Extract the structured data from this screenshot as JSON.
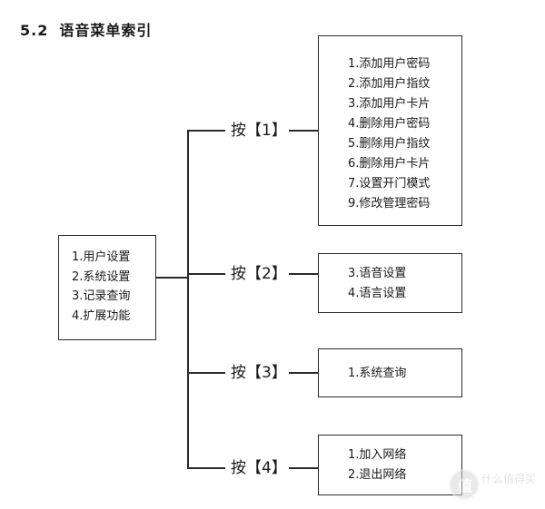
{
  "section": {
    "number": "5.2",
    "title": "语音菜单索引"
  },
  "root": {
    "items": [
      "1.用户设置",
      "2.系统设置",
      "3.记录查询",
      "4.扩展功能"
    ]
  },
  "branches": [
    {
      "key": "按【1】",
      "items": [
        "1.添加用户密码",
        "2.添加用户指纹",
        "3.添加用户卡片",
        "4.删除用户密码",
        "5.删除用户指纹",
        "6.删除用户卡片",
        "7.设置开门模式",
        "9.修改管理密码"
      ]
    },
    {
      "key": "按【2】",
      "items": [
        "3.语音设置",
        "4.语言设置"
      ]
    },
    {
      "key": "按【3】",
      "items": [
        "1.系统查询"
      ]
    },
    {
      "key": "按【4】",
      "items": [
        "1.加入网络",
        "2.退出网络"
      ]
    }
  ],
  "watermark": {
    "logo_char": "值",
    "text": "什么值得买"
  }
}
